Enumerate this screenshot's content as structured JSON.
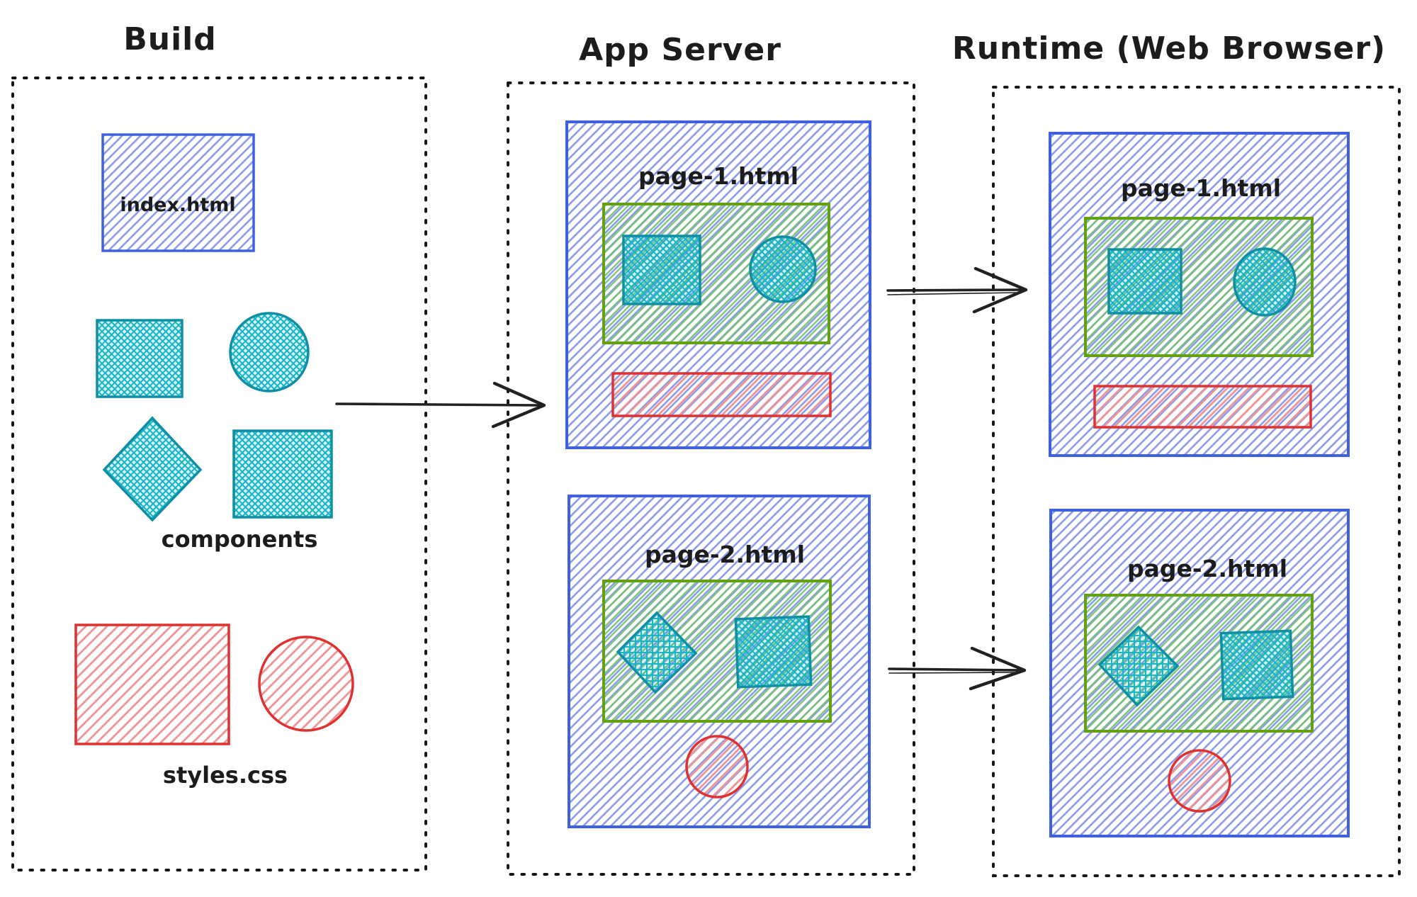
{
  "columns": {
    "build": {
      "title": "Build",
      "index_file": {
        "label": "index.html"
      },
      "components": {
        "label": "components"
      },
      "styles": {
        "label": "styles.css"
      }
    },
    "app_server": {
      "title": "App Server",
      "page1": {
        "label": "page-1.html"
      },
      "page2": {
        "label": "page-2.html"
      }
    },
    "runtime": {
      "title": "Runtime (Web Browser)",
      "page1": {
        "label": "page-1.html"
      },
      "page2": {
        "label": "page-2.html"
      }
    }
  },
  "arrows": [
    {
      "from": "build",
      "to": "app_server"
    },
    {
      "from": "app_server.page1",
      "to": "runtime.page1"
    },
    {
      "from": "app_server.page2",
      "to": "runtime.page2"
    }
  ],
  "colors": {
    "ink": "#1c1c1c",
    "blue_stroke": "#4061df",
    "blue_hatch": "#8b9cf0",
    "teal_stroke": "#0e8fa3",
    "teal_hatch": "#18b5c6",
    "green_stroke": "#63a111",
    "green_hatch": "#74c46a",
    "red_stroke": "#e03131",
    "red_hatch": "#f09393"
  }
}
